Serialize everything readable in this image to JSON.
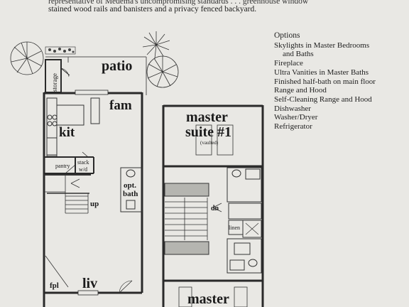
{
  "intro": {
    "line1": "representative of Medema's uncompromising standards . . . greenhouse window",
    "line2": "stained wood rails and banisters and a privacy fenced backyard."
  },
  "options": {
    "title": "Options",
    "items": [
      "Skylights in Master Bedrooms",
      "and Baths",
      "Fireplace",
      "Ultra Vanities in Master Baths",
      "Finished half-bath on main floor",
      "Range and Hood",
      "Self-Cleaning Range and Hood",
      "Dishwasher",
      "Washer/Dryer",
      "Refrigerator"
    ]
  },
  "plan": {
    "patio": "patio",
    "storage": "storage",
    "fam": "fam",
    "kit": "kit",
    "pantry": "pantry",
    "stack_wd_1": "stack",
    "stack_wd_2": "w/d",
    "opt_bath_1": "opt.",
    "opt_bath_2": "bath",
    "up": "up",
    "fpl": "fpl",
    "liv": "liv",
    "master_suite_1": "master",
    "master_suite_2": "suite #1",
    "vaulted": "(vaulted)",
    "dn": "dn",
    "linen": "linen",
    "master_bottom": "master"
  },
  "colors": {
    "paper": "#e9e8e4",
    "ink": "#1e1e1e",
    "wall": "#2a2a2a"
  }
}
